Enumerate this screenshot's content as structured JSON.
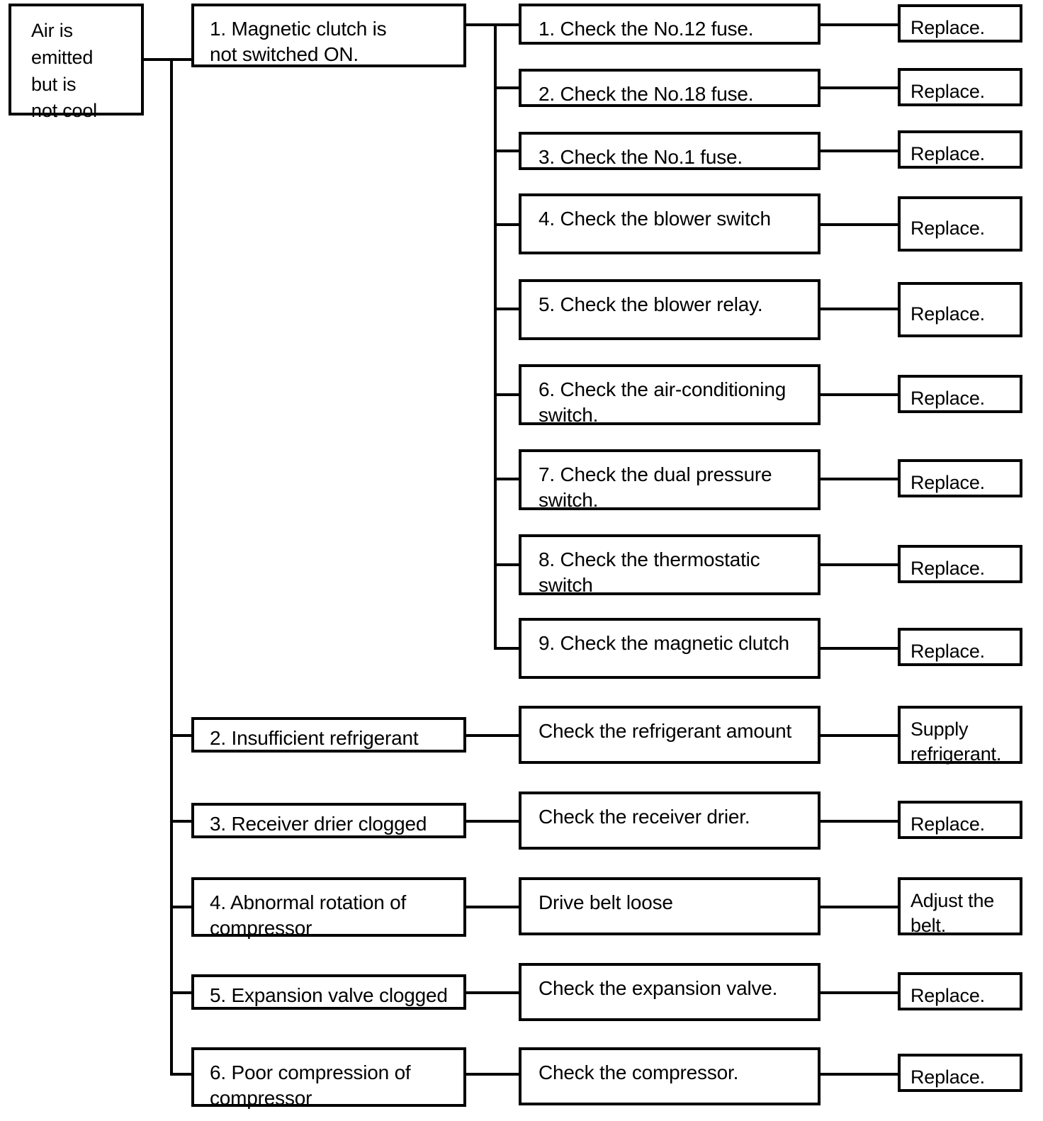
{
  "diagram": {
    "title": "Air conditioning troubleshooting chart",
    "root": {
      "label": "Air is\nemitted\nbut is\nnot cool"
    },
    "causes": [
      {
        "id": "cause-1",
        "label": "1. Magnetic clutch is\n    not switched ON.",
        "checks": [
          {
            "id": "check-1-1",
            "label": "1. Check the No.12 fuse.",
            "action": "Replace."
          },
          {
            "id": "check-1-2",
            "label": "2. Check the No.18 fuse.",
            "action": "Replace."
          },
          {
            "id": "check-1-3",
            "label": "3. Check the No.1 fuse.",
            "action": "Replace."
          },
          {
            "id": "check-1-4",
            "label": "4. Check the blower switch",
            "action": "Replace."
          },
          {
            "id": "check-1-5",
            "label": "5. Check the blower relay.",
            "action": "Replace."
          },
          {
            "id": "check-1-6",
            "label": "6. Check the air-conditioning\n    switch.",
            "action": "Replace."
          },
          {
            "id": "check-1-7",
            "label": "7. Check the dual pressure\n    switch.",
            "action": "Replace."
          },
          {
            "id": "check-1-8",
            "label": "8.  Check the thermostatic switch",
            "action": "Replace."
          },
          {
            "id": "check-1-9",
            "label": "9. Check the magnetic clutch",
            "action": "Replace."
          }
        ]
      },
      {
        "id": "cause-2",
        "label": "2. Insufficient refrigerant",
        "checks": [
          {
            "id": "check-2-1",
            "label": "Check the refrigerant amount",
            "action": "Supply\nrefrigerant."
          }
        ]
      },
      {
        "id": "cause-3",
        "label": "3. Receiver drier clogged",
        "checks": [
          {
            "id": "check-3-1",
            "label": "Check the receiver drier.",
            "action": "Replace."
          }
        ]
      },
      {
        "id": "cause-4",
        "label": "4. Abnormal rotation of\n    compressor",
        "checks": [
          {
            "id": "check-4-1",
            "label": "Drive belt loose",
            "action": "Adjust the\nbelt."
          }
        ]
      },
      {
        "id": "cause-5",
        "label": "5. Expansion valve clogged",
        "checks": [
          {
            "id": "check-5-1",
            "label": "Check the expansion valve.",
            "action": "Replace."
          }
        ]
      },
      {
        "id": "cause-6",
        "label": "6. Poor compression of\n    compressor",
        "checks": [
          {
            "id": "check-6-1",
            "label": "Check the compressor.",
            "action": "Replace."
          }
        ]
      }
    ]
  },
  "colors": {
    "ink": "#000000",
    "paper": "#ffffff"
  }
}
